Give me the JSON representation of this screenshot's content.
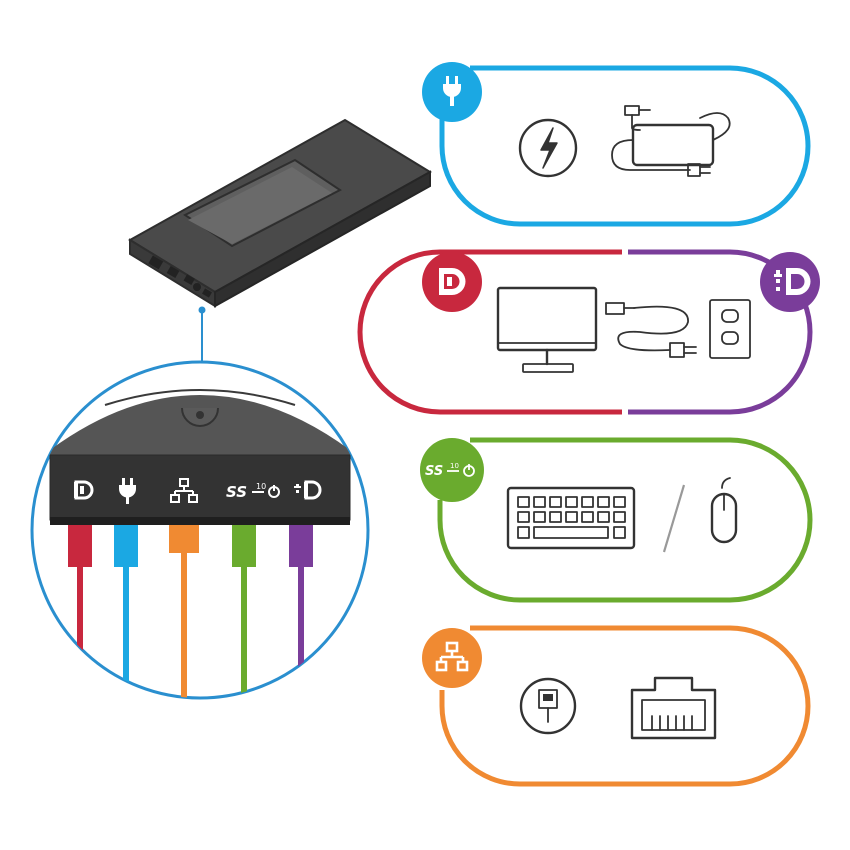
{
  "colors": {
    "power": "#1ba8e3",
    "displayport": "#c8283e",
    "thunderbolt_dp": "#7a3d9a",
    "usb": "#6aab2e",
    "ethernet": "#f08a32",
    "dock_body": "#555555",
    "dock_dark": "#3a3a3a",
    "line_art": "#333333",
    "callout_ring": "#2a8fcf"
  },
  "ports_strip": {
    "icons": [
      "displayport-icon",
      "power-plug-icon",
      "ethernet-network-icon",
      "usb-superspeed-10gbps-icon",
      "thunderbolt-displayport-icon"
    ],
    "usb_label": "SS",
    "usb_speed": "10"
  },
  "panels": [
    {
      "id": "power",
      "badge_icon": "power-plug-icon",
      "content_icons": [
        "lightning-bolt-icon",
        "power-adapter-icon"
      ]
    },
    {
      "id": "display",
      "badge_icons": [
        "displayport-icon",
        "thunderbolt-displayport-icon"
      ],
      "content_icons": [
        "monitor-icon",
        "video-cable-icon",
        "wall-outlet-icon"
      ]
    },
    {
      "id": "usb",
      "badge_icon": "usb-superspeed-10gbps-icon",
      "badge_label": "SS",
      "badge_speed": "10",
      "content_icons": [
        "keyboard-icon",
        "mouse-icon"
      ]
    },
    {
      "id": "ethernet",
      "badge_icon": "ethernet-network-icon",
      "content_icons": [
        "network-jack-icon",
        "rj45-port-icon"
      ]
    }
  ]
}
